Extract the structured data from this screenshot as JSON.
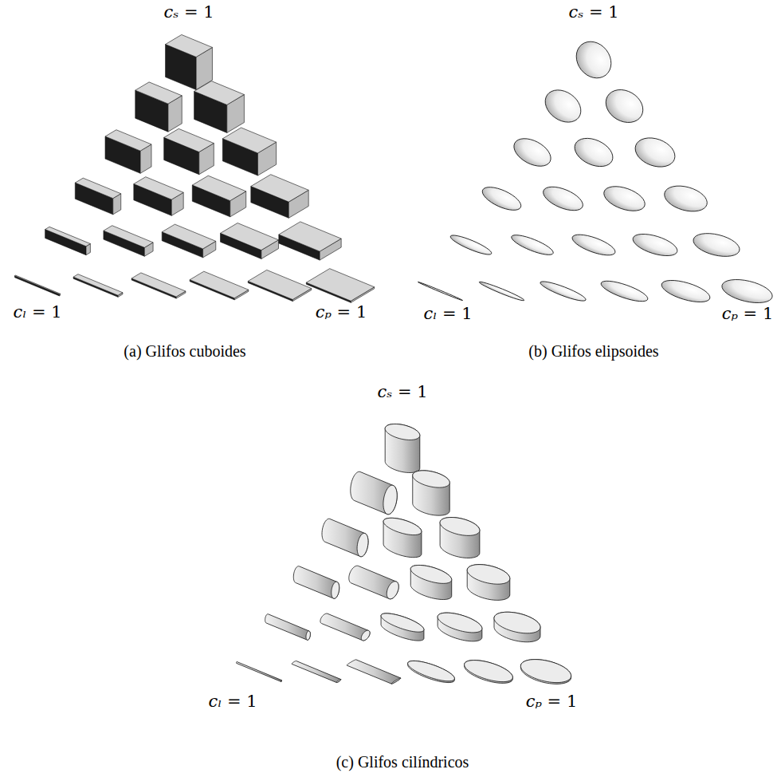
{
  "diagram": {
    "labels": [
      "cₛ = 1",
      "cₗ = 1",
      "cₚ = 1",
      "(a) Glifos cuboides",
      "cₛ = 1",
      "cₗ = 1",
      "cₚ = 1",
      "(b) Glifos elipsoides",
      "cₛ = 1",
      "cₗ = 1",
      "cₚ = 1",
      "(c) Glifos cilíndricos"
    ]
  }
}
